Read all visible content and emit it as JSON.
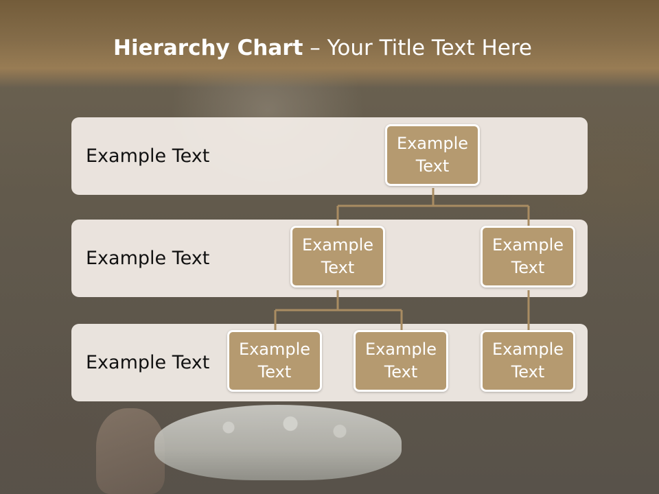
{
  "slide": {
    "title_bold": "Hierarchy Chart",
    "title_rest": " – Your Title Text Here"
  },
  "levels": [
    {
      "label": "Example Text"
    },
    {
      "label": "Example Text"
    },
    {
      "label": "Example Text"
    }
  ],
  "nodes": {
    "top": {
      "text": "Example Text"
    },
    "mid_left": {
      "text": "Example Text"
    },
    "mid_right": {
      "text": "Example Text"
    },
    "bottom_1": {
      "text": "Example Text"
    },
    "bottom_2": {
      "text": "Example Text"
    },
    "bottom_3": {
      "text": "Example Text"
    }
  },
  "colors": {
    "node_fill": "#b59a70",
    "band_fill": "#f4eee8",
    "connector": "#a98c62",
    "title_band": "#846c49"
  }
}
